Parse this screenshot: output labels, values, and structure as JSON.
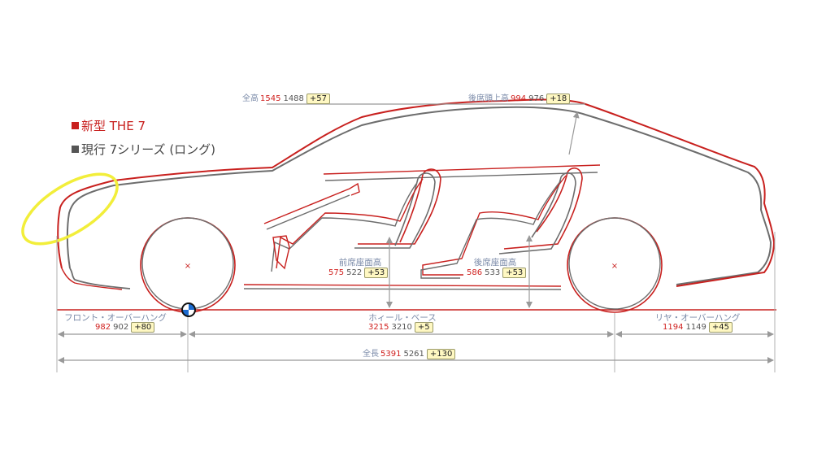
{
  "legend": {
    "new_model": "新型 THE 7",
    "current_model": "現行 7シリーズ (ロング)",
    "new_color": "#c8201e",
    "current_color": "#555555",
    "swatch_glyph": "■"
  },
  "dimensions": {
    "overall_height": {
      "label": "全高",
      "new": "1545",
      "current": "1488",
      "diff": "+57"
    },
    "rear_headroom": {
      "label": "後席頭上高",
      "new": "994",
      "current": "976",
      "diff": "+18"
    },
    "front_seat_height": {
      "label": "前席座面高",
      "new": "575",
      "current": "522",
      "diff": "+53"
    },
    "rear_seat_height": {
      "label": "後席座面高",
      "new": "586",
      "current": "533",
      "diff": "+53"
    },
    "front_overhang": {
      "label": "フロント・オーバーハング",
      "new": "982",
      "current": "902",
      "diff": "+80"
    },
    "wheelbase": {
      "label": "ホィール・ベース",
      "new": "3215",
      "current": "3210",
      "diff": "+5"
    },
    "rear_overhang": {
      "label": "リヤ・オーバーハング",
      "new": "1194",
      "current": "1149",
      "diff": "+45"
    },
    "overall_length": {
      "label": "全長",
      "new": "5391",
      "current": "5261",
      "diff": "+130"
    }
  },
  "highlight": {
    "color": "#f2ee3a",
    "marks": "front-nose"
  },
  "icons": {
    "logo": "bmw-roundel-icon"
  }
}
